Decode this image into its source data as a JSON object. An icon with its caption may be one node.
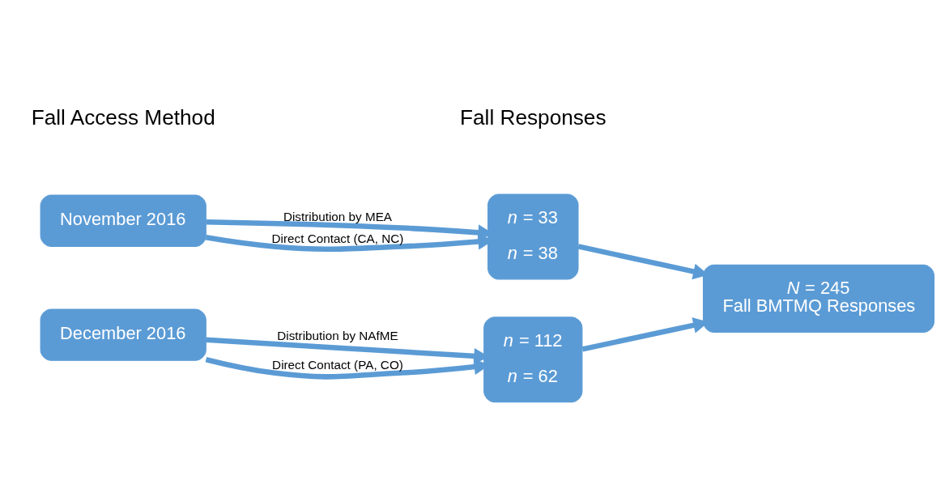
{
  "diagram": {
    "nodes": [
      {
        "text": [
          "November 2016"
        ]
      },
      {
        "text": [
          "December 2016"
        ]
      },
      {
        "text": [
          "*n* = 33",
          "*n* = 38"
        ]
      },
      {
        "text": [
          "*n* = 112",
          "*n* = 62"
        ]
      },
      {
        "text": [
          "*N* = 245",
          "Fall BMTMQ Responses"
        ]
      }
    ],
    "edges": [
      {
        "from": 0,
        "to": 2,
        "arrow": "to",
        "label": "Distribution by MEA"
      },
      {
        "from": 0,
        "to": 2,
        "arrow": "to",
        "label": "Direct Contact (CA, NC)"
      },
      {
        "from": 1,
        "to": 3,
        "arrow": "to",
        "label": "Distribution by NAfME"
      },
      {
        "from": 1,
        "to": 3,
        "arrow": "to",
        "label": "Direct Contact (PA, CO)"
      },
      {
        "from": 2,
        "to": 4,
        "arrow": "to"
      },
      {
        "from": 3,
        "to": 4,
        "arrow": "to"
      }
    ],
    "labels": [
      "Fall Access Method",
      "Fall Responses"
    ]
  }
}
